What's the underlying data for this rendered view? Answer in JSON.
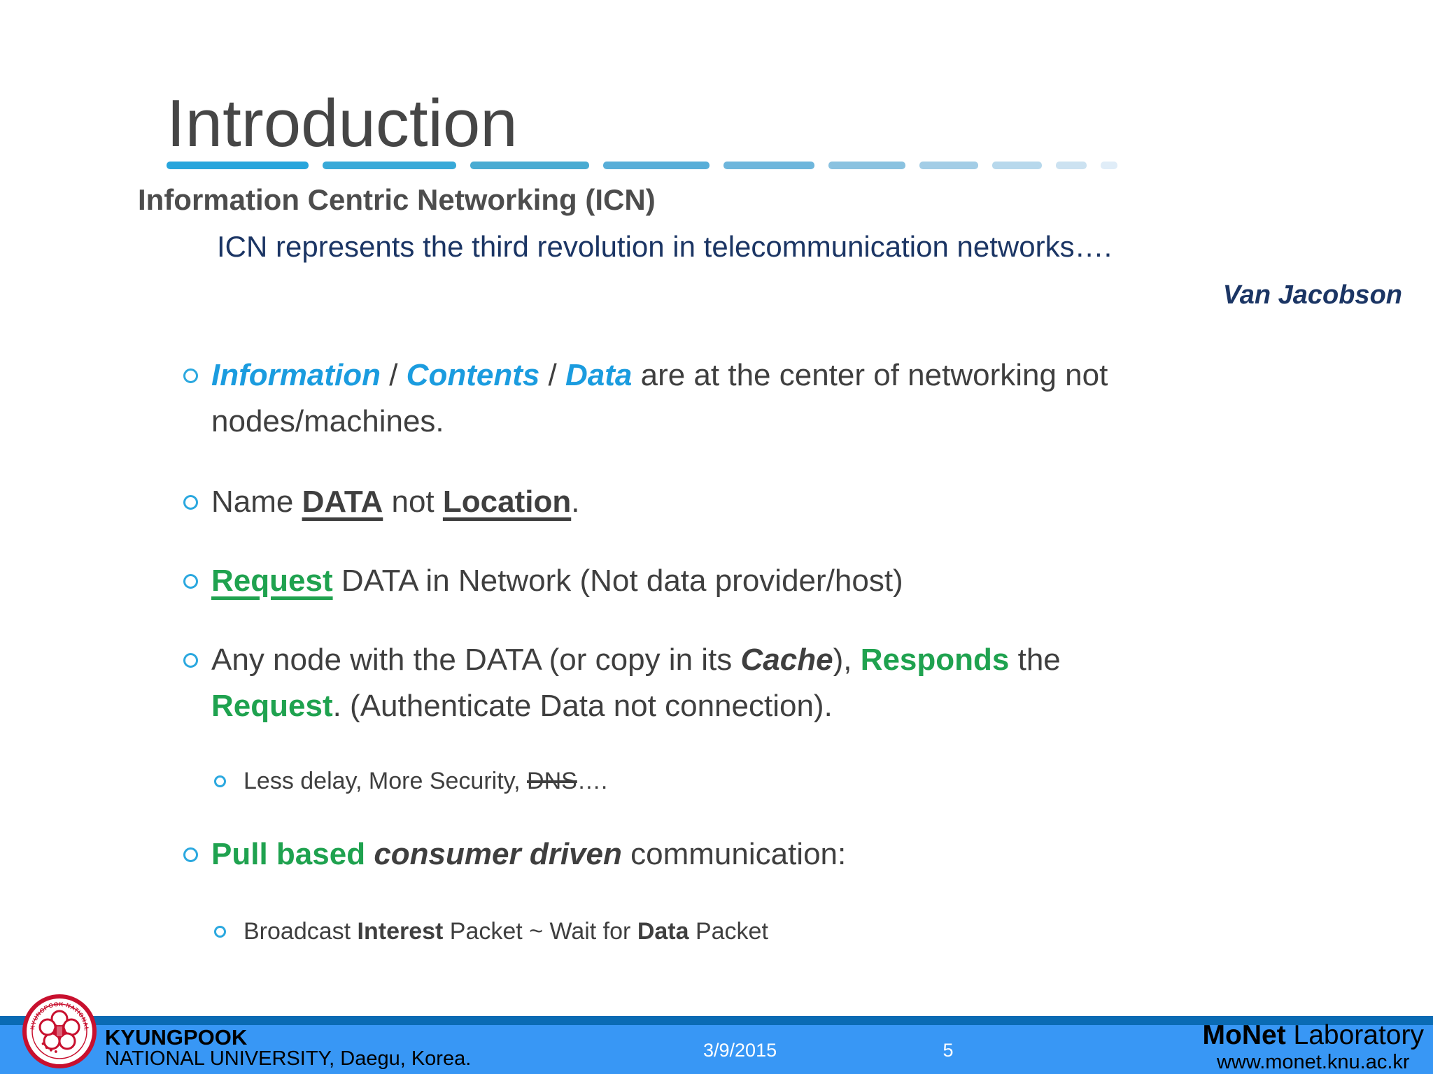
{
  "slide": {
    "title": "Introduction",
    "subtitle_bold": "Information Centric Networking (ICN)",
    "quote": "ICN represents the third revolution in telecommunication networks….",
    "attribution": "Van Jacobson"
  },
  "bullets": [
    {
      "level": 1,
      "segments": [
        {
          "t": "Information",
          "c": "blue",
          "b": true,
          "i": true
        },
        {
          "t": " / "
        },
        {
          "t": "Contents",
          "c": "blue",
          "b": true,
          "i": true
        },
        {
          "t": " / "
        },
        {
          "t": "Data",
          "c": "blue",
          "b": true,
          "i": true
        },
        {
          "t": " are at the center of networking not"
        },
        {
          "br": true
        },
        {
          "t": "nodes/machines."
        }
      ]
    },
    {
      "level": 1,
      "segments": [
        {
          "t": "Name "
        },
        {
          "t": "DATA",
          "b": true,
          "u": true
        },
        {
          "t": " not "
        },
        {
          "t": "Location",
          "b": true,
          "u": true
        },
        {
          "t": "."
        }
      ]
    },
    {
      "level": 1,
      "segments": [
        {
          "t": "Request",
          "c": "green",
          "b": true,
          "u": true
        },
        {
          "t": " DATA in Network (Not data provider/host)"
        }
      ]
    },
    {
      "level": 1,
      "segments": [
        {
          "t": "Any node with the DATA (or copy in its "
        },
        {
          "t": "Cache",
          "b": true,
          "i": true
        },
        {
          "t": "), "
        },
        {
          "t": "Responds",
          "c": "green",
          "b": true
        },
        {
          "t": " the"
        },
        {
          "br": true
        },
        {
          "t": "Request",
          "c": "green",
          "b": true
        },
        {
          "t": ". (Authenticate Data not connection)."
        }
      ]
    },
    {
      "level": 2,
      "segments": [
        {
          "t": "Less delay, More Security, "
        },
        {
          "t": "DNS",
          "s": true
        },
        {
          "t": "…."
        }
      ]
    },
    {
      "level": 1,
      "segments": [
        {
          "t": "Pull based",
          "c": "green",
          "b": true
        },
        {
          "t": " "
        },
        {
          "t": "consumer driven",
          "b": true,
          "i": true
        },
        {
          "t": " communication:"
        }
      ]
    },
    {
      "level": 2,
      "segments": [
        {
          "t": "Broadcast "
        },
        {
          "t": "Interest",
          "b": true
        },
        {
          "t": " Packet ~ Wait for "
        },
        {
          "t": "Data",
          "b": true
        },
        {
          "t": " Packet"
        }
      ]
    }
  ],
  "footer": {
    "university_line1": "KYUNGPOOK",
    "university_line2": "NATIONAL UNIVERSITY, Daegu, Korea.",
    "date": "3/9/2015",
    "page_number": "5",
    "lab_name_bold": "MoNet",
    "lab_name_rest": " Laboratory",
    "lab_url": "www.monet.knu.ac.kr",
    "logo_icon": "knu-seal-logo",
    "logo_ring_text": "KYUNGPOOK NATIONAL UNIVERSITY"
  },
  "colors": {
    "accent_blue": "#1b9cdf",
    "accent_green": "#1fa24f",
    "navy": "#1b3564",
    "text_dark": "#3f3f3f",
    "title_gray": "#464646",
    "footer_strip": "#0a6bb4",
    "footer_band": "#3897f5",
    "logo_red": "#c8102e",
    "bullet_marker": "#2ba8df"
  },
  "decor": {
    "dash_widths": [
      203,
      191,
      170,
      152,
      130,
      110,
      84,
      71,
      44,
      24
    ],
    "dash_colors": [
      "#27a5dc",
      "#38a9d8",
      "#49abd2",
      "#58aed8",
      "#6eb6dc",
      "#8ac2e0",
      "#a3cde6",
      "#b7d8ec",
      "#cce2f1",
      "#e0edf8"
    ]
  },
  "bullet_tops": [
    504,
    685,
    798,
    911,
    1092,
    1189,
    1307
  ]
}
